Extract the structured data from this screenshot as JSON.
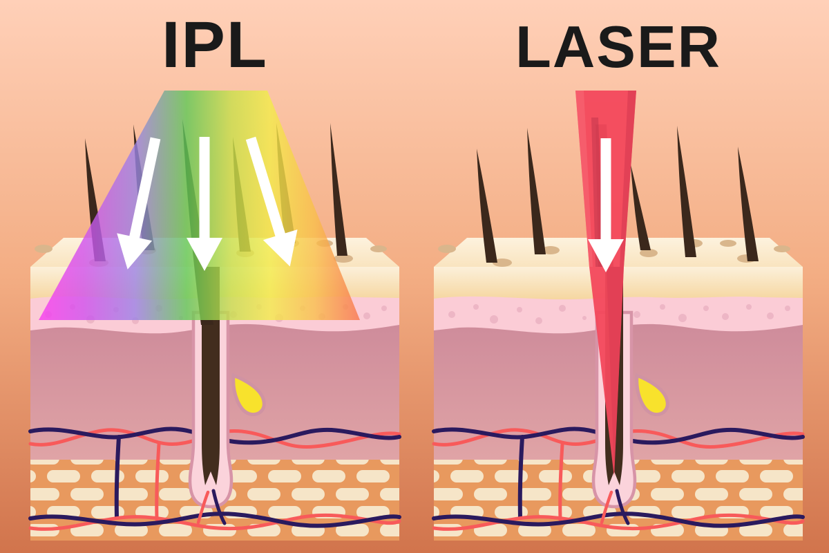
{
  "illustration": {
    "topic": "IPL vs LASER hair removal — skin cross-section comparison",
    "panels": [
      {
        "id": "ipl",
        "label": "IPL",
        "light_depiction": "broad trapezoid cone of multi-wavelength pulsed light spreading over the whole skin surface",
        "arrow_count": 3,
        "spectrum_colors": [
          "#f93bf0",
          "#d050ee",
          "#9b82e6",
          "#5fc857",
          "#c8e04b",
          "#f3ec4a",
          "#f9bf4b",
          "#f8744b"
        ]
      },
      {
        "id": "laser",
        "label": "LASER",
        "light_depiction": "single narrow red beam focused down into one hair follicle root",
        "arrow_count": 1,
        "beam_color": "#f3485c"
      }
    ],
    "skin_layers": [
      "surface with pores and hairs",
      "epidermis",
      "dermis with sebaceous gland and blood vessels",
      "subcutaneous fat"
    ]
  },
  "palette": {
    "background_top": "#ffd0b8",
    "background_bottom": "#d1744c",
    "title_color": "#1a1a1a",
    "skin_surface": "#fdeed8",
    "pore": "#d9b68c",
    "surface_band_top": "#fcf0da",
    "surface_band_bottom": "#f4d092",
    "epidermis": "#fbccd6",
    "epidermis_speckle": "#edb6c5",
    "dermis_top": "#cd8a9a",
    "dermis_bottom": "#e0a4a6",
    "fat_background": "#e8995e",
    "fat_cell": "#f6e5c8",
    "vein_blue": "#2a1a5e",
    "artery_red": "#f85a5a",
    "hair_brown": "#3b281c",
    "hair_root": "#422d1e",
    "follicle_sheath": "#fbd3db",
    "follicle_outline": "#d794a7",
    "sebaceous_gland": "#f8e22c",
    "arrow_white": "#ffffff",
    "laser_red": "#f3485c"
  }
}
